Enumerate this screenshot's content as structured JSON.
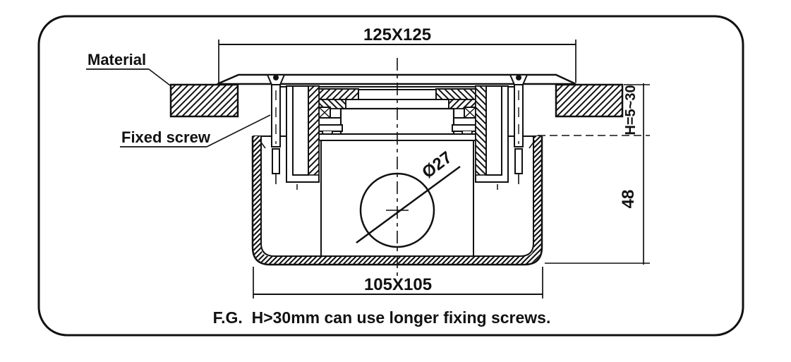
{
  "drawing": {
    "labels": {
      "material": "Material",
      "fixed_screw": "Fixed screw"
    },
    "dimensions": {
      "faceplate_size": "125X125",
      "back_box_size": "105X105",
      "mounting_thickness": "H=5~30",
      "back_box_depth": "48",
      "hole_diameter": "Ø27"
    },
    "note": "F.G.  H>30mm can use longer fixing screws.",
    "colors": {
      "ink": "#111111",
      "background": "#ffffff"
    }
  }
}
